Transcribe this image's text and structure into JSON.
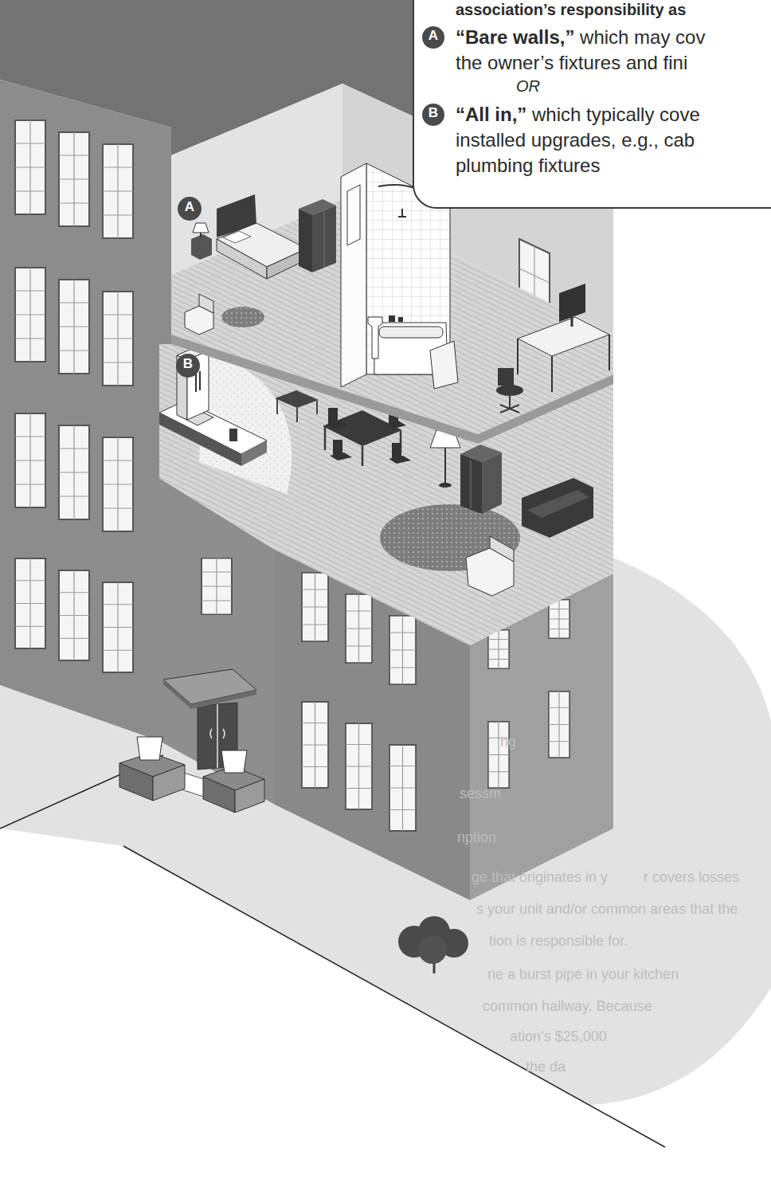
{
  "diagram": {
    "nodes": [
      {
        "text": [
          "association’s responsibility as",
          "“Bare walls,” which may cov the owner’s fixtures and fini",
          "OR",
          "“All in,” which typically cove installed upgrades, e.g., cab plumbing fixtures"
        ]
      },
      {
        "text": [
          "A"
        ],
        "in": 0
      },
      {
        "text": [
          "B"
        ],
        "in": 0
      },
      {
        "text": [
          "A"
        ]
      },
      {
        "text": [
          "B"
        ]
      }
    ],
    "labels": [
      "ng",
      "sessm",
      "nption",
      "ge that originates in y",
      "r covers losses",
      "s your unit and/or common areas that the",
      "tion is responsible for.",
      "ne a burst pipe in your kitchen",
      "common hallway. Because",
      "ation’s $25,000",
      "the da"
    ]
  }
}
